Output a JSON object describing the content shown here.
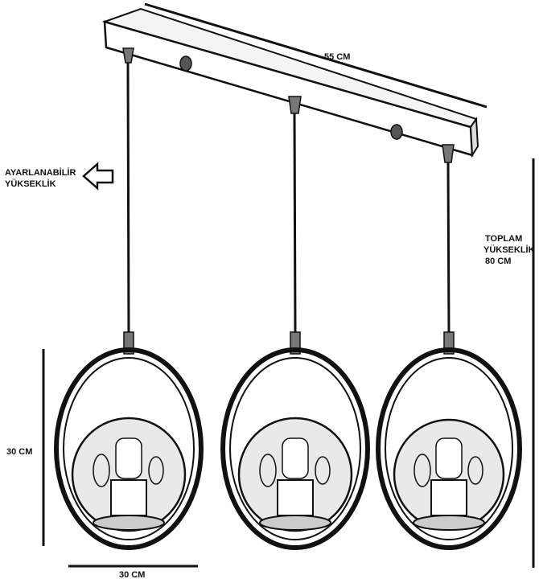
{
  "labels": {
    "width": "55 CM",
    "adjustable_line1": "AYARLANABİLİR",
    "adjustable_line2": "YÜKSEKLİK",
    "total_line1": "TOPLAM",
    "total_line2": "YÜKSEKLİK",
    "total_line3": "80 CM",
    "shade_height": "30 CM",
    "shade_width": "30 CM"
  },
  "colors": {
    "ink": "#111111",
    "fixture_fill": "#f4f4f4",
    "glass_fill": "#e9e9e9"
  },
  "icons": {
    "adjustable_arrow": "arrow-left-icon"
  },
  "pendant_count": 3
}
